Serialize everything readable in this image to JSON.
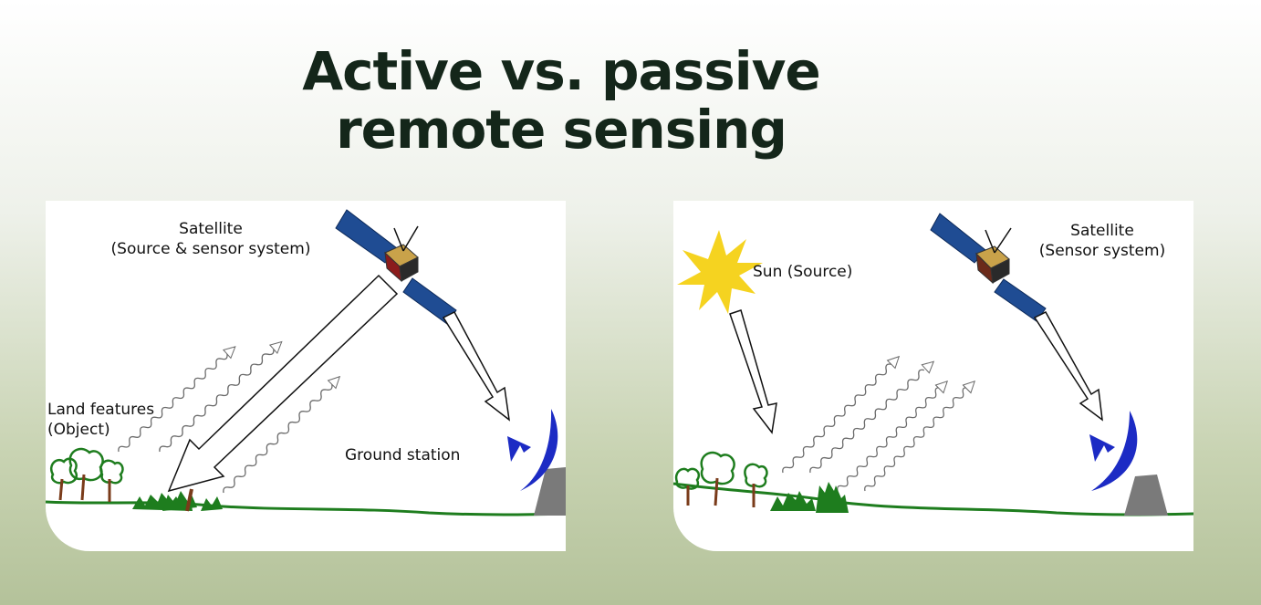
{
  "title": {
    "line1": "Active vs. passive",
    "line2": "remote sensing"
  },
  "active_panel": {
    "satellite_line1": "Satellite",
    "satellite_line2": "(Source & sensor system)",
    "land_line1": "Land features",
    "land_line2": "(Object)",
    "ground_station": "Ground station"
  },
  "passive_panel": {
    "sun": "Sun (Source)",
    "satellite_line1": "Satellite",
    "satellite_line2": "(Sensor system)"
  },
  "colors": {
    "title": "#14261a",
    "solar_panel": "#1f4c93",
    "satellite_body": "#8b1c1c",
    "satellite_top": "#c9a24a",
    "dish": "#1c2bc4",
    "station": "#7a7a7a",
    "vegetation": "#1e7d1e",
    "sun": "#f5d320"
  }
}
